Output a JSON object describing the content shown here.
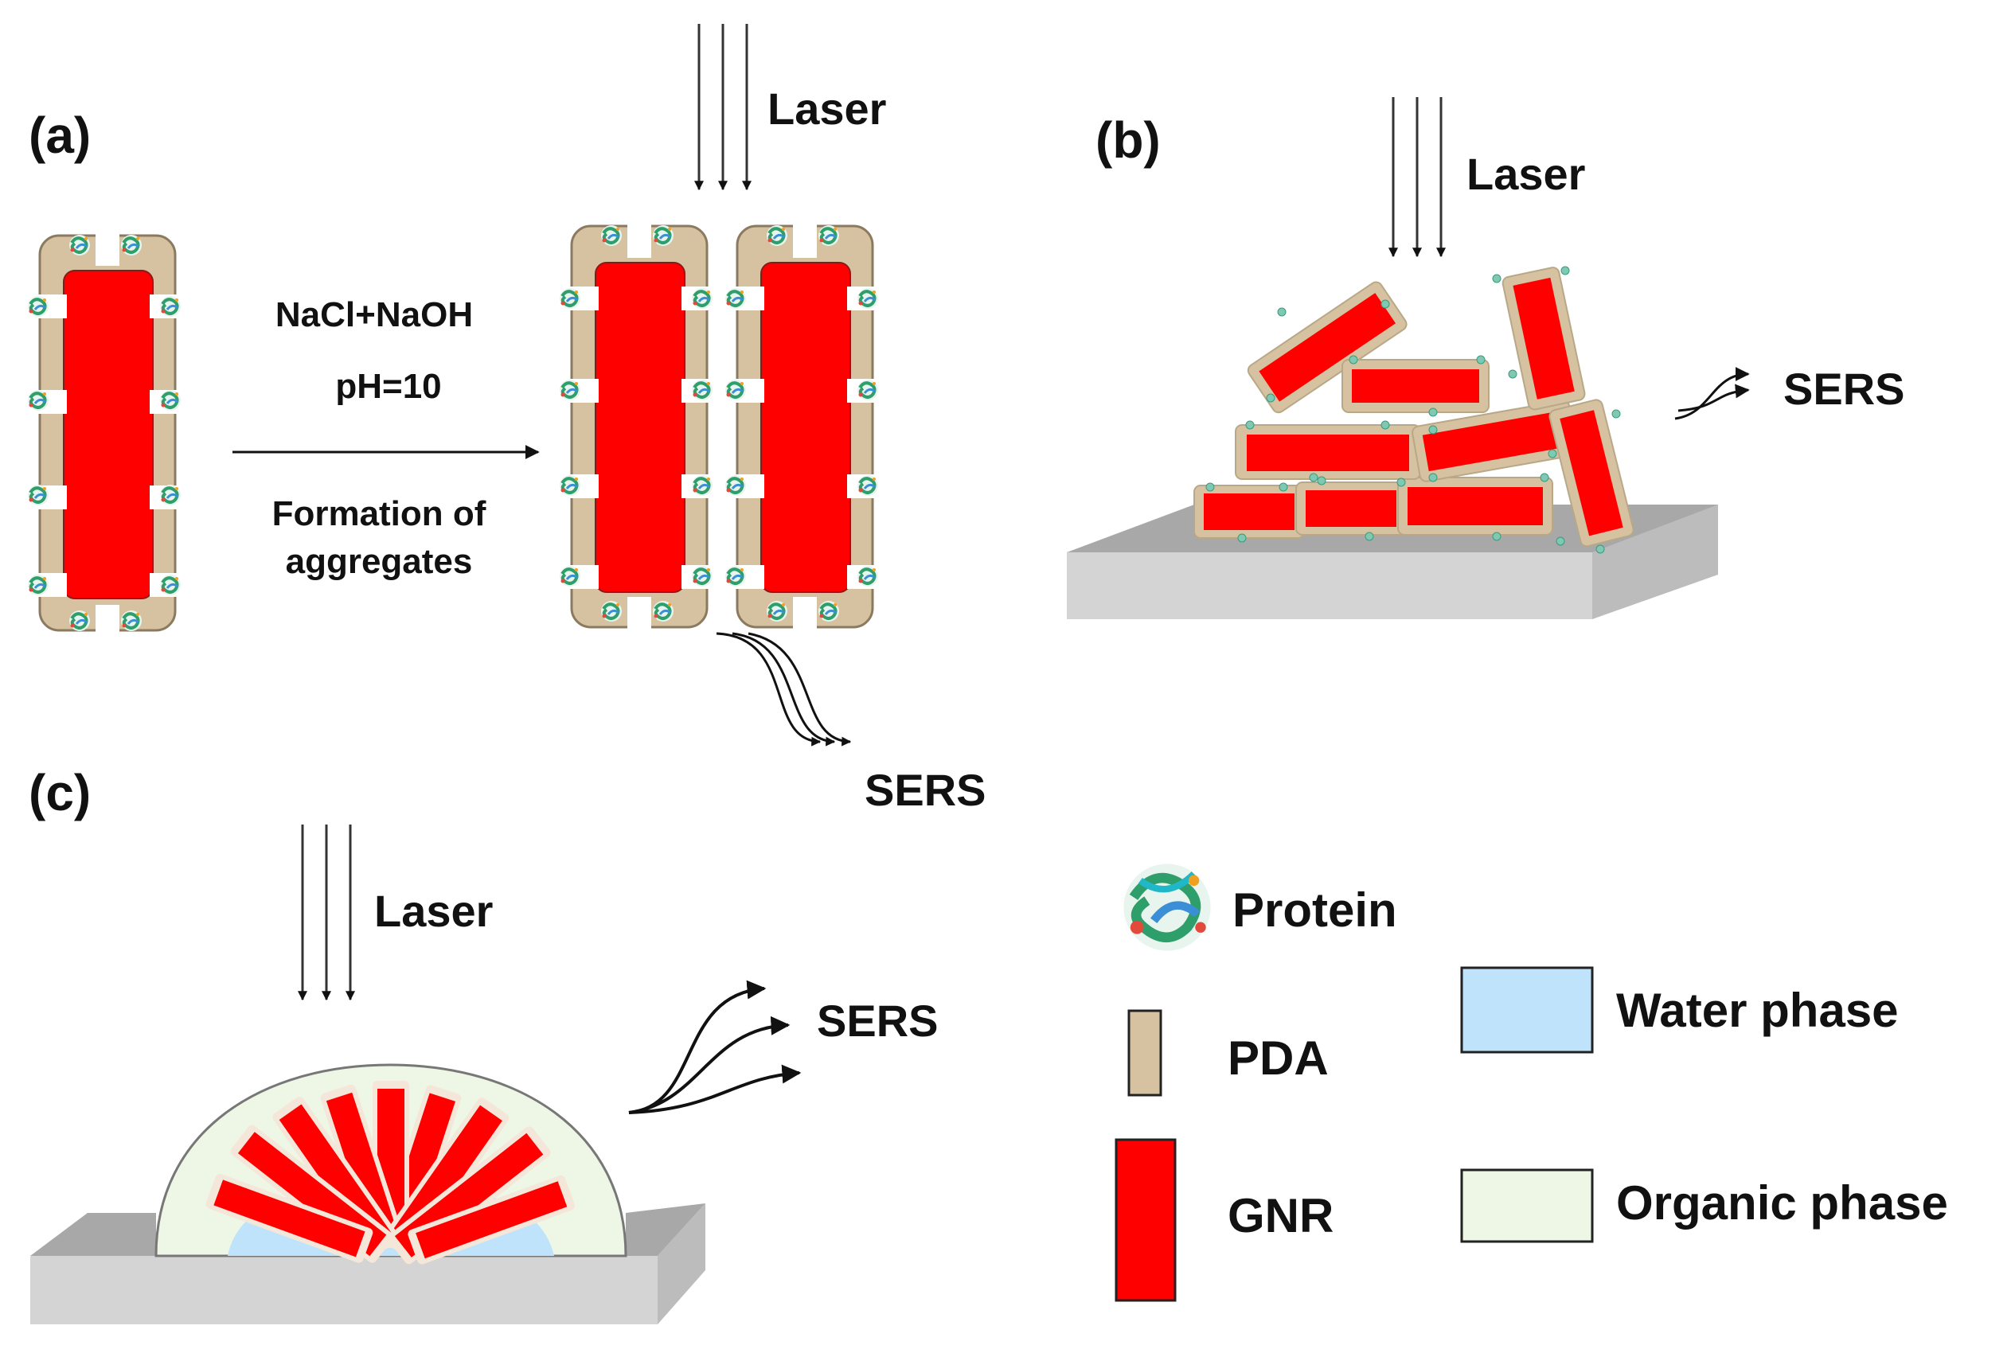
{
  "panels": {
    "a": {
      "label": "(a)",
      "laser": "Laser",
      "condition_1": "NaCl+NaOH",
      "condition_2": "pH=10",
      "result_1": "Formation of",
      "result_2": "aggregates",
      "sers": "SERS"
    },
    "b": {
      "label": "(b)",
      "laser": "Laser",
      "sers": "SERS"
    },
    "c": {
      "label": "(c)",
      "laser": "Laser",
      "sers": "SERS"
    }
  },
  "legend": {
    "protein": "Protein",
    "pda": "PDA",
    "gnr": "GNR",
    "water_phase": "Water phase",
    "organic_phase": "Organic phase"
  },
  "colors": {
    "gnr": "#ff0000",
    "pda": "#d6c2a0",
    "water_phase": "#bfe3fa",
    "organic_phase": "#eef6e6",
    "substrate_top": "#a8a8a8",
    "substrate_front": "#d4d4d4",
    "protein_main": "#2e9e6b",
    "protein_accent": "#3a8fd6"
  }
}
